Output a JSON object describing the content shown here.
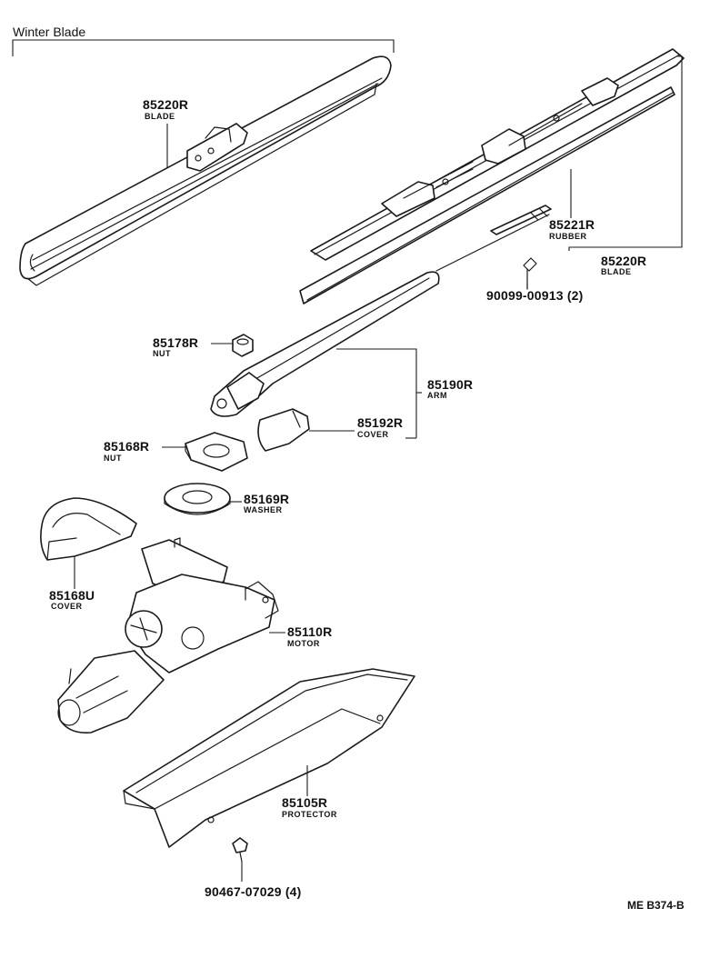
{
  "header": {
    "title": "Winter Blade"
  },
  "reference": "ME B374-B",
  "callouts": [
    {
      "id": "blade_upper",
      "part_no": "85220R",
      "name": "BLADE"
    },
    {
      "id": "rubber",
      "part_no": "85221R",
      "name": "RUBBER"
    },
    {
      "id": "blade_lower",
      "part_no": "85220R",
      "name": "BLADE"
    },
    {
      "id": "screw_small",
      "part_no": "90099-00913 (2)",
      "name": ""
    },
    {
      "id": "arm_nut",
      "part_no": "85178R",
      "name": "NUT"
    },
    {
      "id": "arm",
      "part_no": "85190R",
      "name": "ARM"
    },
    {
      "id": "arm_cover",
      "part_no": "85192R",
      "name": "COVER"
    },
    {
      "id": "pivot_nut",
      "part_no": "85168R",
      "name": "NUT"
    },
    {
      "id": "washer",
      "part_no": "85169R",
      "name": "WASHER"
    },
    {
      "id": "motor_cover",
      "part_no": "85168U",
      "name": "COVER"
    },
    {
      "id": "motor",
      "part_no": "85110R",
      "name": "MOTOR"
    },
    {
      "id": "protector",
      "part_no": "85105R",
      "name": "PROTECTOR"
    },
    {
      "id": "bolt",
      "part_no": "90467-07029 (4)",
      "name": ""
    }
  ]
}
